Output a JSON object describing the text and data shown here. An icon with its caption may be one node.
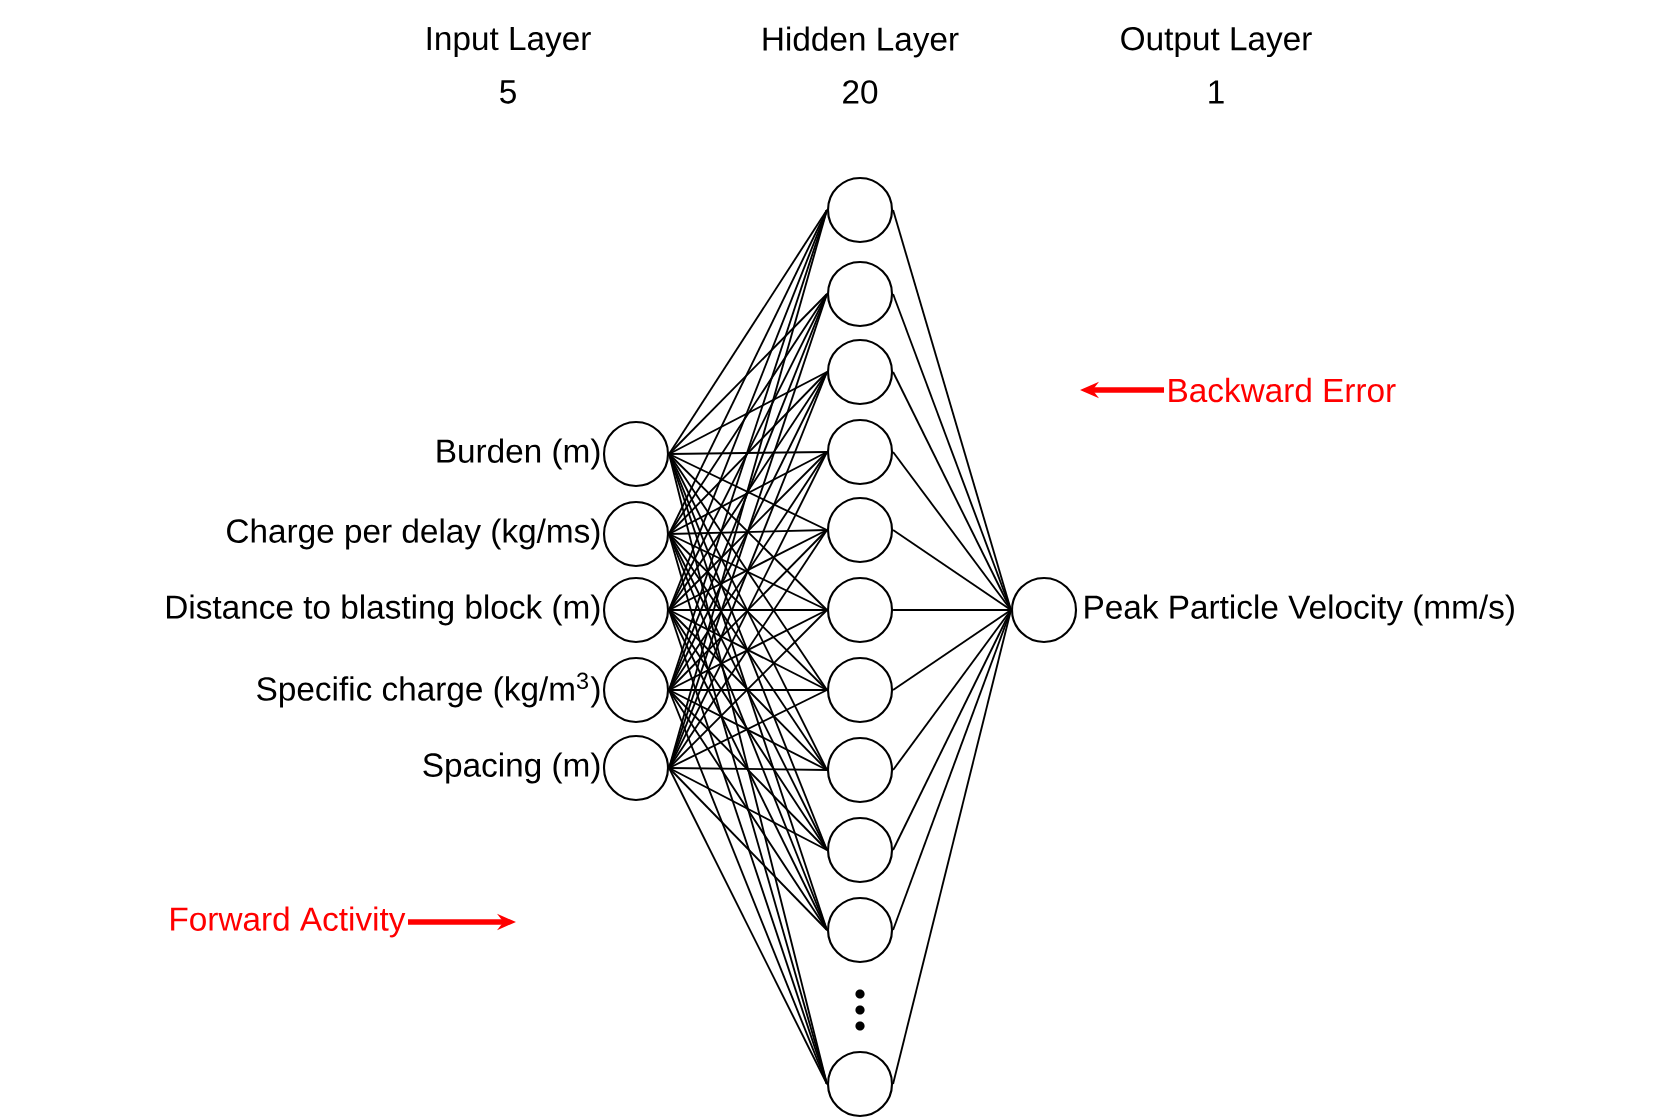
{
  "diagram": {
    "nodes": [
      {
        "text": [],
        "shape": "circle",
        "beside": [
          "Burden (m)"
        ]
      },
      {
        "text": [],
        "shape": "circle",
        "beside": [
          "Charge per delay (kg/ms)"
        ]
      },
      {
        "text": [],
        "shape": "circle",
        "beside": [
          "Distance to blasting block (m)"
        ]
      },
      {
        "text": [],
        "shape": "circle",
        "beside": [
          "Specific charge (kg/m$^{3}$)"
        ]
      },
      {
        "text": [],
        "shape": "circle",
        "beside": [
          "Spacing (m)"
        ]
      },
      {
        "text": [],
        "shape": "circle"
      },
      {
        "text": [],
        "shape": "circle"
      },
      {
        "text": [],
        "shape": "circle"
      },
      {
        "text": [],
        "shape": "circle"
      },
      {
        "text": [],
        "shape": "circle"
      },
      {
        "text": [],
        "shape": "circle"
      },
      {
        "text": [],
        "shape": "circle"
      },
      {
        "text": [],
        "shape": "circle"
      },
      {
        "text": [],
        "shape": "circle"
      },
      {
        "text": [],
        "shape": "circle"
      },
      {
        "text": [],
        "shape": "circle"
      },
      {
        "text": [],
        "shape": "circle",
        "beside": [
          "Peak Particle Velocity (mm/s)"
        ]
      }
    ],
    "edges": [
      {
        "from": 0,
        "to": 5,
        "arrow": "none"
      },
      {
        "from": 0,
        "to": 6,
        "arrow": "none"
      },
      {
        "from": 0,
        "to": 7,
        "arrow": "none"
      },
      {
        "from": 0,
        "to": 8,
        "arrow": "none"
      },
      {
        "from": 0,
        "to": 9,
        "arrow": "none"
      },
      {
        "from": 0,
        "to": 10,
        "arrow": "none"
      },
      {
        "from": 0,
        "to": 11,
        "arrow": "none"
      },
      {
        "from": 0,
        "to": 12,
        "arrow": "none"
      },
      {
        "from": 0,
        "to": 13,
        "arrow": "none"
      },
      {
        "from": 0,
        "to": 14,
        "arrow": "none"
      },
      {
        "from": 0,
        "to": 15,
        "arrow": "none"
      },
      {
        "from": 1,
        "to": 5,
        "arrow": "none"
      },
      {
        "from": 1,
        "to": 6,
        "arrow": "none"
      },
      {
        "from": 1,
        "to": 7,
        "arrow": "none"
      },
      {
        "from": 1,
        "to": 8,
        "arrow": "none"
      },
      {
        "from": 1,
        "to": 9,
        "arrow": "none"
      },
      {
        "from": 1,
        "to": 10,
        "arrow": "none"
      },
      {
        "from": 1,
        "to": 11,
        "arrow": "none"
      },
      {
        "from": 1,
        "to": 12,
        "arrow": "none"
      },
      {
        "from": 1,
        "to": 13,
        "arrow": "none"
      },
      {
        "from": 1,
        "to": 14,
        "arrow": "none"
      },
      {
        "from": 1,
        "to": 15,
        "arrow": "none"
      },
      {
        "from": 2,
        "to": 5,
        "arrow": "none"
      },
      {
        "from": 2,
        "to": 6,
        "arrow": "none"
      },
      {
        "from": 2,
        "to": 7,
        "arrow": "none"
      },
      {
        "from": 2,
        "to": 8,
        "arrow": "none"
      },
      {
        "from": 2,
        "to": 9,
        "arrow": "none"
      },
      {
        "from": 2,
        "to": 10,
        "arrow": "none"
      },
      {
        "from": 2,
        "to": 11,
        "arrow": "none"
      },
      {
        "from": 2,
        "to": 12,
        "arrow": "none"
      },
      {
        "from": 2,
        "to": 13,
        "arrow": "none"
      },
      {
        "from": 2,
        "to": 14,
        "arrow": "none"
      },
      {
        "from": 2,
        "to": 15,
        "arrow": "none"
      },
      {
        "from": 3,
        "to": 5,
        "arrow": "none"
      },
      {
        "from": 3,
        "to": 6,
        "arrow": "none"
      },
      {
        "from": 3,
        "to": 7,
        "arrow": "none"
      },
      {
        "from": 3,
        "to": 8,
        "arrow": "none"
      },
      {
        "from": 3,
        "to": 9,
        "arrow": "none"
      },
      {
        "from": 3,
        "to": 10,
        "arrow": "none"
      },
      {
        "from": 3,
        "to": 11,
        "arrow": "none"
      },
      {
        "from": 3,
        "to": 12,
        "arrow": "none"
      },
      {
        "from": 3,
        "to": 13,
        "arrow": "none"
      },
      {
        "from": 3,
        "to": 14,
        "arrow": "none"
      },
      {
        "from": 3,
        "to": 15,
        "arrow": "none"
      },
      {
        "from": 4,
        "to": 5,
        "arrow": "none"
      },
      {
        "from": 4,
        "to": 6,
        "arrow": "none"
      },
      {
        "from": 4,
        "to": 7,
        "arrow": "none"
      },
      {
        "from": 4,
        "to": 8,
        "arrow": "none"
      },
      {
        "from": 4,
        "to": 9,
        "arrow": "none"
      },
      {
        "from": 4,
        "to": 10,
        "arrow": "none"
      },
      {
        "from": 4,
        "to": 11,
        "arrow": "none"
      },
      {
        "from": 4,
        "to": 12,
        "arrow": "none"
      },
      {
        "from": 4,
        "to": 13,
        "arrow": "none"
      },
      {
        "from": 4,
        "to": 14,
        "arrow": "none"
      },
      {
        "from": 4,
        "to": 15,
        "arrow": "none"
      },
      {
        "from": 5,
        "to": 16,
        "arrow": "none"
      },
      {
        "from": 6,
        "to": 16,
        "arrow": "none"
      },
      {
        "from": 7,
        "to": 16,
        "arrow": "none"
      },
      {
        "from": 8,
        "to": 16,
        "arrow": "none"
      },
      {
        "from": 9,
        "to": 16,
        "arrow": "none"
      },
      {
        "from": 10,
        "to": 16,
        "arrow": "none"
      },
      {
        "from": 11,
        "to": 16,
        "arrow": "none"
      },
      {
        "from": 12,
        "to": 16,
        "arrow": "none"
      },
      {
        "from": 13,
        "to": 16,
        "arrow": "none"
      },
      {
        "from": 14,
        "to": 16,
        "arrow": "none"
      },
      {
        "from": 15,
        "to": 16,
        "arrow": "none"
      }
    ],
    "labels": [
      "Input Layer",
      "Hidden Layer",
      "Output Layer",
      "5",
      "20",
      "1",
      "Backward Error",
      "Forward Activity"
    ]
  }
}
